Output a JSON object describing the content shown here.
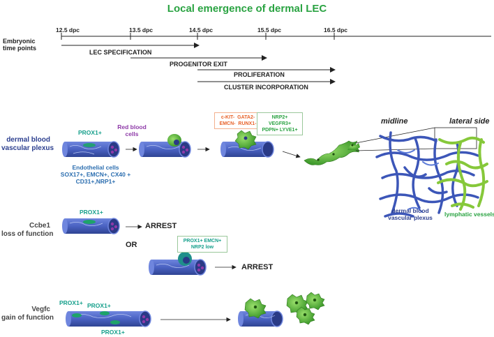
{
  "title": "Local emergence of dermal LEC",
  "timeline": {
    "label_line1": "Embryonic",
    "label_line2": "time points",
    "ticks": [
      "12.5 dpc",
      "13.5 dpc",
      "14.5 dpc",
      "15.5 dpc",
      "16.5 dpc"
    ],
    "phases": [
      "LEC SPECIFICATION",
      "PROGENITOR EXIT",
      "PROLIFERATION",
      "CLUSTER INCORPORATION"
    ]
  },
  "rows": {
    "dermal": {
      "line1": "dermal blood",
      "line2": "vascular plexus"
    },
    "ccbe1": {
      "line1": "Ccbe1",
      "line2": "loss of function"
    },
    "vegfc": {
      "line1": "Vegfc",
      "line2": "gain of function"
    }
  },
  "labels": {
    "prox1": "PROX1+",
    "red_blood_cells_1": "Red blood",
    "red_blood_cells_2": "cells",
    "endothelial_1": "Endothelial cells",
    "endothelial_2": "SOX17+, EMCN+, CX40 +",
    "endothelial_3": "CD31+,NRP1+",
    "markers_neg_1a": "c-KIT-",
    "markers_neg_1b": "GATA2-",
    "markers_neg_2a": "EMCN-",
    "markers_neg_2b": "RUNX1-",
    "markers_pos_1": "NRP2+ VEGFR3+",
    "markers_pos_2": "PDPN+ LYVE1+",
    "midline": "midline",
    "lateral_side": "lateral side",
    "dermal_blood_1": "dermal blood",
    "dermal_blood_2": "vascular plexus",
    "lymphatic_vessels": "lymphatic vessels",
    "arrest": "ARREST",
    "or": "OR",
    "ccbe1_box_1": "PROX1+ EMCN+",
    "ccbe1_box_2": "NRP2 low"
  },
  "colors": {
    "title_green": "#2aa342",
    "vessel_blue": "#4a62c2",
    "lec_green": "#5dbb3a",
    "marker_orange": "#e8632a",
    "marker_green": "#2aa342",
    "teal": "#17a08c",
    "purple": "#8e3aa8"
  }
}
